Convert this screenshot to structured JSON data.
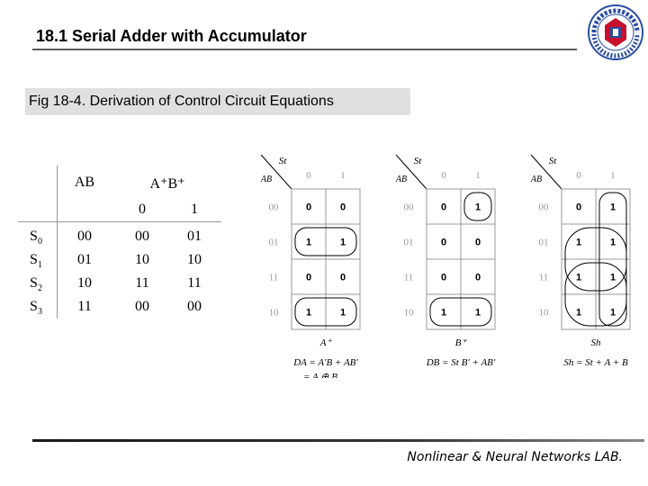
{
  "header": {
    "title": "18.1 Serial Adder with Accumulator"
  },
  "caption": "Fig 18-4. Derivation of Control Circuit Equations",
  "state_table": {
    "col_ab": "AB",
    "col_next": "A⁺B⁺",
    "col_0": "0",
    "col_1": "1",
    "rows": [
      {
        "state": "S",
        "sub": "0",
        "ab": "00",
        "v0": "00",
        "v1": "01"
      },
      {
        "state": "S",
        "sub": "1",
        "ab": "01",
        "v0": "10",
        "v1": "10"
      },
      {
        "state": "S",
        "sub": "2",
        "ab": "10",
        "v0": "11",
        "v1": "11"
      },
      {
        "state": "S",
        "sub": "3",
        "ab": "11",
        "v0": "00",
        "v1": "00"
      }
    ]
  },
  "kmaps": [
    {
      "name": "A⁺",
      "corner_top": "St",
      "corner_left": "AB",
      "cols": [
        "0",
        "1"
      ],
      "rows": [
        "00",
        "01",
        "11",
        "10"
      ],
      "cells": [
        [
          "0",
          "0"
        ],
        [
          "1",
          "1"
        ],
        [
          "0",
          "0"
        ],
        [
          "1",
          "1"
        ]
      ],
      "eq1": "D_A = A′B + AB′",
      "eq2": "= A ⊕ B"
    },
    {
      "name": "B⁺",
      "corner_top": "St",
      "corner_left": "AB",
      "cols": [
        "0",
        "1"
      ],
      "rows": [
        "00",
        "01",
        "11",
        "10"
      ],
      "cells": [
        [
          "0",
          "1"
        ],
        [
          "0",
          "0"
        ],
        [
          "0",
          "0"
        ],
        [
          "1",
          "1"
        ]
      ],
      "eq1": "D_B = St B′ + AB′",
      "eq2": ""
    },
    {
      "name": "Sh",
      "corner_top": "St",
      "corner_left": "AB",
      "cols": [
        "0",
        "1"
      ],
      "rows": [
        "00",
        "01",
        "11",
        "10"
      ],
      "cells": [
        [
          "0",
          "1"
        ],
        [
          "1",
          "1"
        ],
        [
          "1",
          "1"
        ],
        [
          "1",
          "1"
        ]
      ],
      "eq1": "Sh = St + A + B",
      "eq2": ""
    }
  ],
  "footer": {
    "lab": "Nonlinear & Neural Networks LAB."
  },
  "colors": {
    "rule": "#5a5a5a",
    "caption_bg": "#e0e0e0",
    "logo_blue": "#2a4da0",
    "logo_red": "#c8102e"
  }
}
